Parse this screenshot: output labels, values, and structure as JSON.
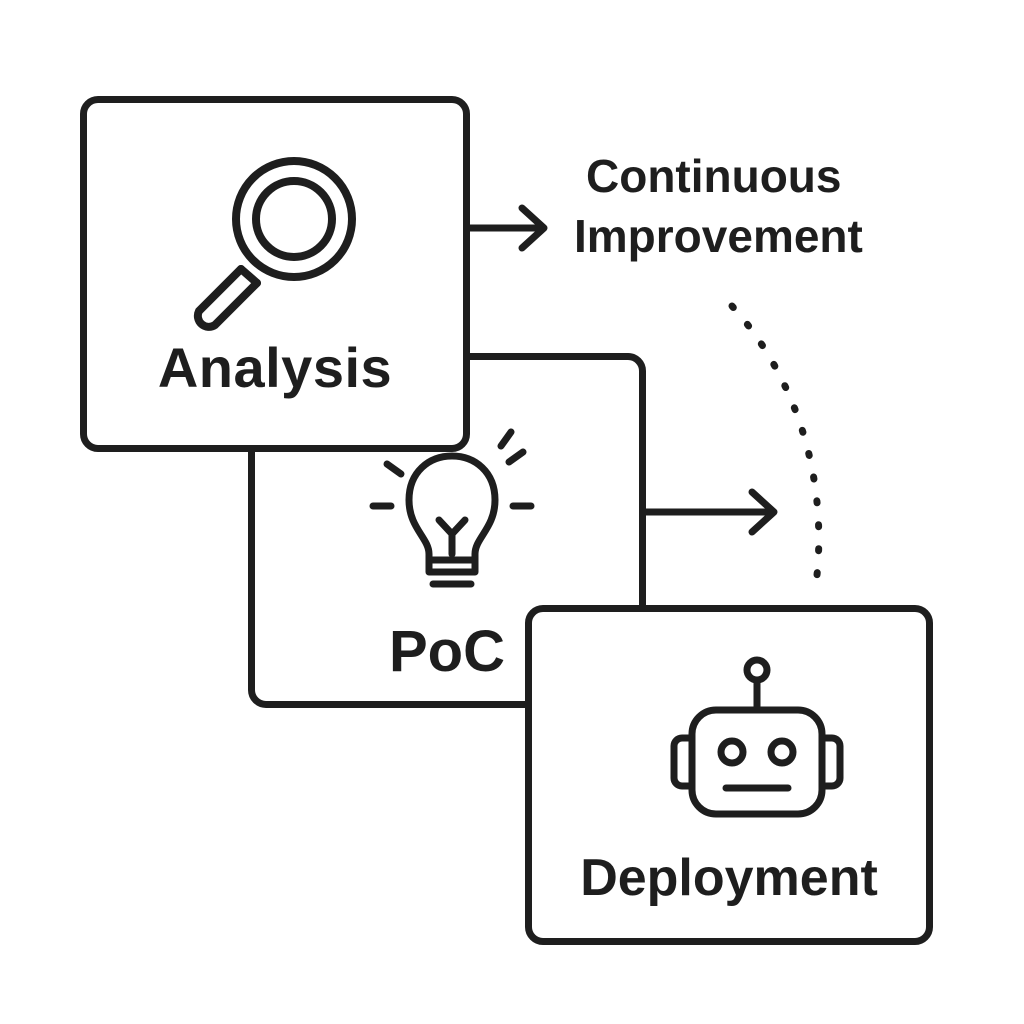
{
  "diagram": {
    "steps": [
      {
        "id": "analysis",
        "label": "Analysis",
        "icon": "magnifying-glass-icon"
      },
      {
        "id": "poc",
        "label": "PoC",
        "icon": "lightbulb-icon"
      },
      {
        "id": "deployment",
        "label": "Deployment",
        "icon": "robot-icon"
      }
    ],
    "loop_label": {
      "line1": "Continuous",
      "line2": "Improvement"
    },
    "colors": {
      "stroke": "#1e1e1e",
      "background": "#ffffff"
    }
  }
}
